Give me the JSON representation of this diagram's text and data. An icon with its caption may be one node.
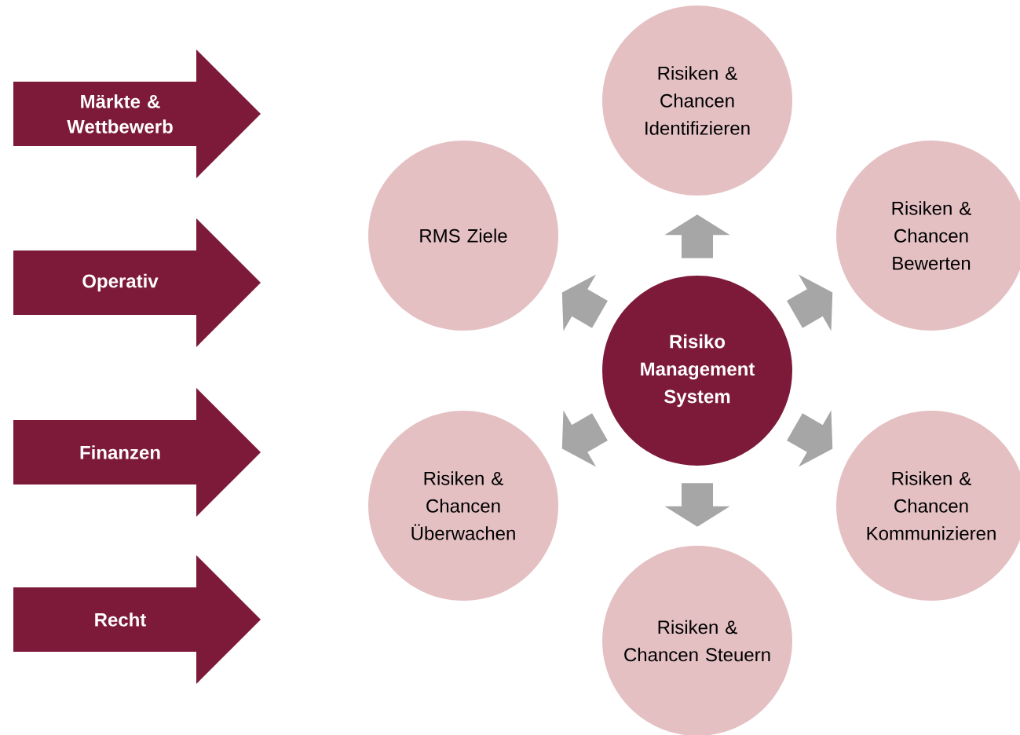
{
  "diagram": {
    "nodes": [
      {
        "text": [
          "Märkte & Wettbewerb"
        ]
      },
      {
        "text": [
          "Operativ"
        ]
      },
      {
        "text": [
          "Finanzen"
        ]
      },
      {
        "text": [
          "Recht"
        ]
      },
      {
        "text": [
          "Risiken & Chancen Identifizieren"
        ]
      },
      {
        "text": [
          "RMS Ziele"
        ]
      },
      {
        "text": [
          "Risiken & Chancen Bewerten"
        ]
      },
      {
        "text": [
          "Risiko Management System"
        ]
      },
      {
        "text": [
          "Risiken & Chancen Überwachen"
        ]
      },
      {
        "text": [
          "Risiken & Chancen Kommunizieren"
        ]
      },
      {
        "text": [
          "Risiken & Chancen Steuern"
        ]
      }
    ],
    "edges": [
      {
        "from": 7,
        "to": 4,
        "arrow": "to"
      },
      {
        "from": 7,
        "to": 6,
        "arrow": "to"
      },
      {
        "from": 7,
        "to": 9,
        "arrow": "to"
      },
      {
        "from": 7,
        "to": 10,
        "arrow": "to"
      },
      {
        "from": 7,
        "to": 8,
        "arrow": "to"
      },
      {
        "from": 7,
        "to": 5,
        "arrow": "to"
      }
    ]
  }
}
